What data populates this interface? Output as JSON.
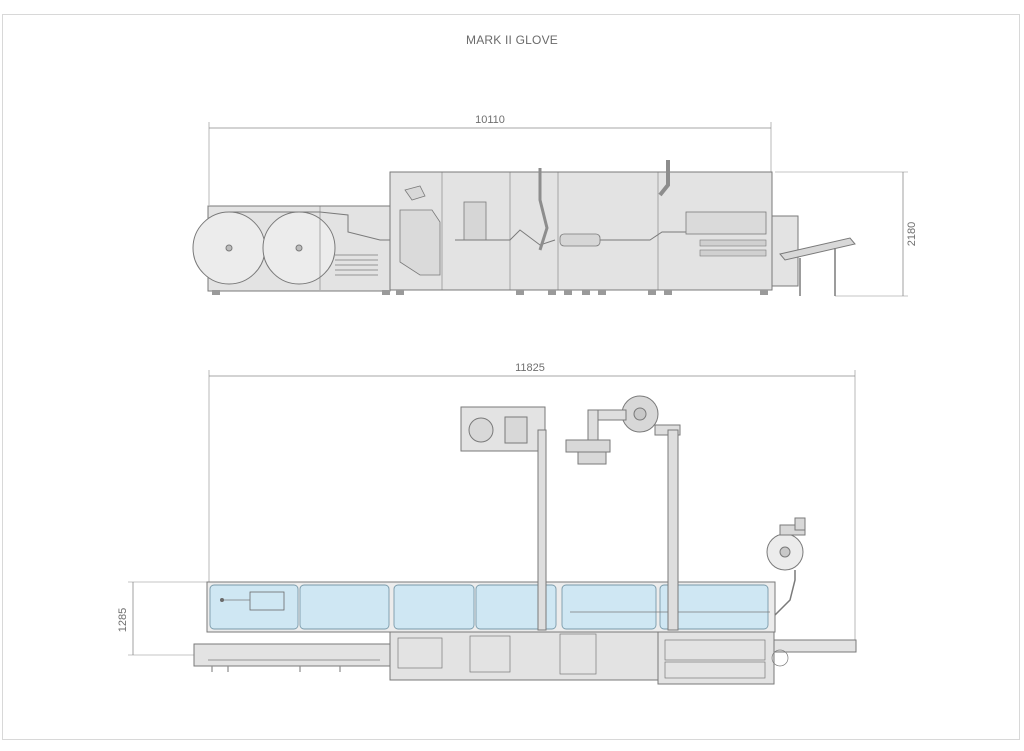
{
  "title": "MARK II GLOVE",
  "colors": {
    "machine_fill": "#e3e3e3",
    "machine_stroke": "#7a7a7a",
    "glass_fill": "#cfe7f3",
    "dim_line": "#8a8a8a"
  },
  "dimensions": {
    "side_length": "10110",
    "side_height": "2180",
    "top_length": "11825",
    "top_width": "1285"
  }
}
